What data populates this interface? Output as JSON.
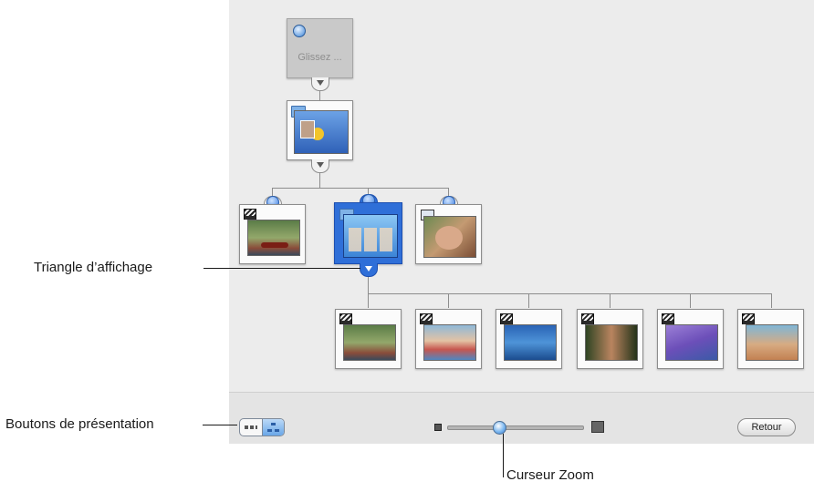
{
  "window": {
    "nodes": {
      "root": {
        "text": "Glissez ..."
      }
    },
    "bottom_bar": {
      "back_label": "Retour"
    },
    "scroll": {
      "left_arrow": "◀",
      "right_arrow": "▶"
    }
  },
  "callouts": {
    "disclosure_triangle": "Triangle d’affichage",
    "view_buttons": "Boutons de présentation",
    "zoom_slider": "Curseur Zoom"
  },
  "zoom": {
    "level": 0.38
  },
  "colors": {
    "selected": "#2f6fd8",
    "panel": "#ececec",
    "accent": "#4f9ee6"
  },
  "icons": {
    "movie": "clapperboard-icon",
    "folder": "folder-icon",
    "slideshow": "picture-icon",
    "badge": "info-badge-icon",
    "triangle": "disclosure-triangle-icon"
  }
}
